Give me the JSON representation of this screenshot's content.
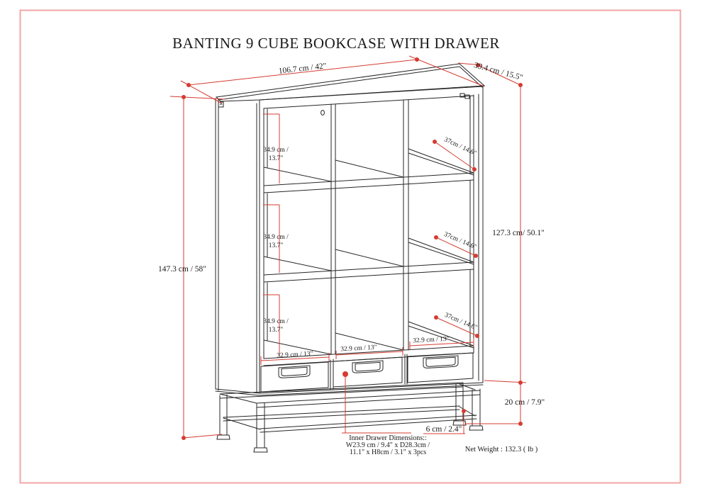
{
  "title": "BANTING 9 CUBE BOOKCASE WITH DRAWER",
  "dimensions": {
    "overall_width": "106.7 cm / 42\"",
    "overall_depth": "39.4 cm / 15.5\"",
    "overall_height": "147.3 cm / 58\"",
    "carcass_height": "127.3 cm/ 50.1\"",
    "base_height": "20 cm / 7.9\"",
    "foot_clearance": "6 cm / 2.4\"",
    "cube_height_line1": "34.9 cm /",
    "cube_height_line2": "13.7\"",
    "cube_depth": "37cm / 14.6\"",
    "cube_width": "32.9 cm / 13\""
  },
  "notes": {
    "inner_drawer_line1": "Inner Drawer Dimensions::",
    "inner_drawer_line2": "W23.9 cm / 9.4\" x D28.3cm /",
    "inner_drawer_line3": "11.1\" x H8cm / 3.1\" x 3pcs",
    "net_weight": "Net Weight : 132.3 ( lb )"
  },
  "colors": {
    "line": "#262626",
    "markup": "#d43c32",
    "border": "#f2a5a5",
    "text": "#1a1a1a"
  }
}
